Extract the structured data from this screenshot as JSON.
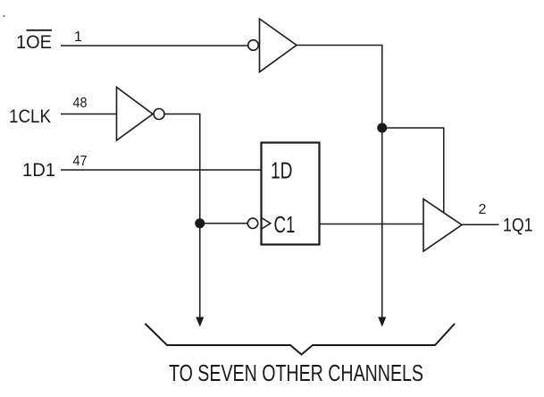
{
  "diagram": {
    "caption": "TO SEVEN OTHER CHANNELS",
    "signals": {
      "oe": {
        "label": "1OE",
        "pin": "1",
        "overline": "OE"
      },
      "clk": {
        "label": "1CLK",
        "pin": "48"
      },
      "d": {
        "label": "1D1",
        "pin": "47"
      },
      "q": {
        "label": "1Q1",
        "pin": "2"
      }
    },
    "flipflop": {
      "data_input": "1D",
      "clock_input": "C1"
    }
  },
  "colors": {
    "line": "#1a1a1a",
    "background": "#ffffff"
  }
}
